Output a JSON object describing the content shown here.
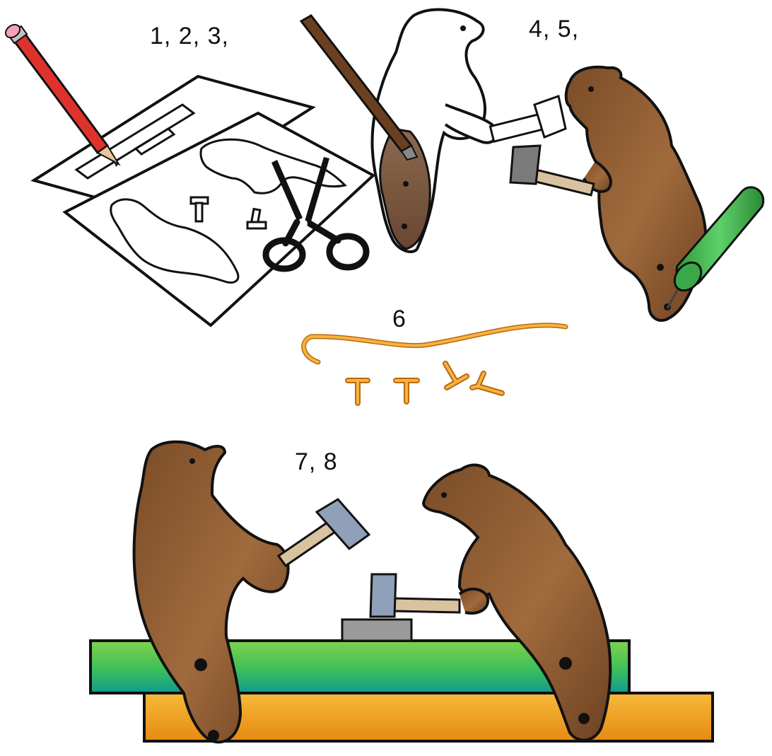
{
  "labels": {
    "step_1_3": "1, 2, 3,",
    "step_4_5": "4, 5,",
    "step_6": "6",
    "step_7_8": "7, 8"
  },
  "colors": {
    "outline": "#111111",
    "bear_brown": "#8a5a32",
    "bear_brown_dark": "#6b4020",
    "bear_belly": "#c58a52",
    "pencil_red": "#e0322c",
    "wire_orange": "#f0a030",
    "roller_green": "#3cb44a",
    "board_green": "#58c454",
    "board_teal": "#1aa58c",
    "board_orange": "#f0a020",
    "hammer_head": "#8fa0b8",
    "hammer_handle": "#d9c2a0",
    "anvil_grey": "#9a9a9a"
  },
  "icons": [
    "pencil-icon",
    "paper-sheet-icon",
    "scissors-icon",
    "paintbrush-icon",
    "hammer-icon",
    "paint-roller-icon",
    "wire-pieces-icon",
    "bear-figure-icon"
  ]
}
